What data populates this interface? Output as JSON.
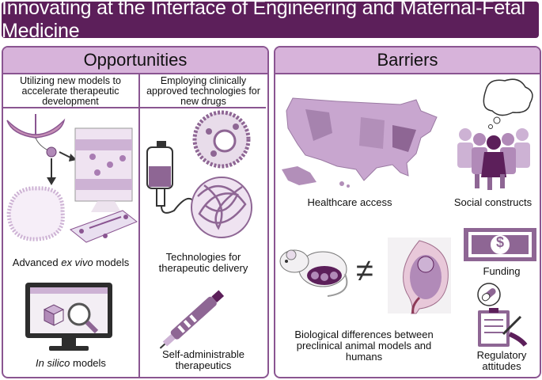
{
  "title": "Innovating at the Interface of Engineering and Maternal-Fetal Medicine",
  "opportunities": {
    "heading": "Opportunities",
    "col_left_heading": "Utilizing new models to accelerate therapeutic development",
    "col_right_heading": "Employing clinically approved technologies for new drugs",
    "ex_vivo_pre": "Advanced ",
    "ex_vivo_em": "ex vivo",
    "ex_vivo_post": " models",
    "in_silico_em": "In silico",
    "in_silico_post": " models",
    "delivery": "Technologies for therapeutic delivery",
    "self_admin": "Self-administrable therapeutics"
  },
  "barriers": {
    "heading": "Barriers",
    "healthcare": "Healthcare access",
    "social": "Social constructs",
    "funding": "Funding",
    "biological": "Biological differences between preclinical animal models and humans",
    "regulatory": "Regulatory attitudes",
    "not_equal_symbol": "≠",
    "dollar_symbol": "$"
  },
  "colors": {
    "accent_dark": "#5c1f5a",
    "accent_border": "#8a5591",
    "accent_light": "#d7b3da",
    "icon_purple": "#8e6694",
    "icon_light": "#cdb2d4"
  }
}
